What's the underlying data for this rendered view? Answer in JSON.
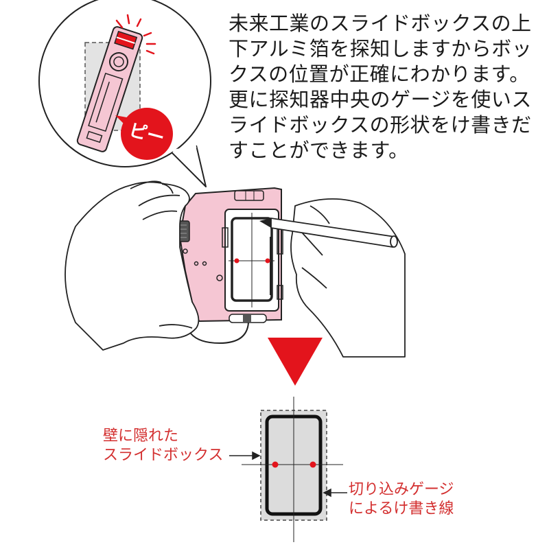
{
  "description": {
    "lines": [
      "未来工業のスライドボックスの上",
      "下アルミ箔を探知しますからボッ",
      "クスの位置が正確にわかります。",
      "更に探知器中央のゲージを使いス",
      "ライドボックスの形状をけ書きだ",
      "すことができます。"
    ]
  },
  "beep_label": "ピー",
  "hidden_box_label": {
    "line1": "壁に隠れた",
    "line2": "スライドボックス"
  },
  "gauge_label": {
    "line1": "切り込みゲージ",
    "line2": "によるけ書き線"
  },
  "colors": {
    "accent_red": "#e3141c",
    "label_red": "#d32f2f",
    "device_pink": "#f5c6d3",
    "box_gray": "#dcdcdc",
    "outline": "#222222"
  }
}
